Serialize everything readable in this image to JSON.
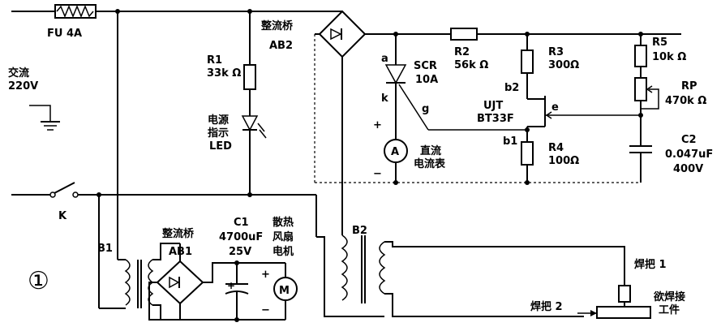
{
  "labels": {
    "fuse": "FU 4A",
    "ac_line1": "交流",
    "ac_line2": "220V",
    "switch": "K",
    "bridge_main_line1": "整流桥",
    "bridge_main_line2": "AB2",
    "r1_line1": "R1",
    "r1_line2": "33k Ω",
    "led_line1": "电源",
    "led_line2": "指示",
    "led_line3": "LED",
    "scr_line1": "SCR",
    "scr_line2": "10A",
    "scr_anode": "a",
    "scr_cathode": "k",
    "scr_gate": "g",
    "r2_line1": "R2",
    "r2_line2": "56k Ω",
    "r3_line1": "R3",
    "r3_line2": "300Ω",
    "r4_line1": "R4",
    "r4_line2": "100Ω",
    "r5_line1": "R5",
    "r5_line2": "10k Ω",
    "rp_line1": "RP",
    "rp_line2": "470k Ω",
    "c2_line1": "C2",
    "c2_line2": "0.047uF",
    "c2_line3": "400V",
    "ujt_line1": "UJT",
    "ujt_line2": "BT33F",
    "ujt_b1": "b1",
    "ujt_b2": "b2",
    "ujt_e": "e",
    "meter_symbol": "A",
    "meter_line1": "直流",
    "meter_line2": "电流表",
    "plus": "+",
    "minus": "−",
    "b1": "B1",
    "b2": "B2",
    "bridge_small_line1": "整流桥",
    "bridge_small_line2": "AB1",
    "c1_line1": "C1",
    "c1_line2": "4700uF",
    "c1_line3": "25V",
    "fan_line1": "散热",
    "fan_line2": "风扇",
    "fan_line3": "电机",
    "motor_symbol": "M",
    "torch1": "焊把 1",
    "torch2": "焊把 2",
    "work_line1": "欲焊接",
    "work_line2": "工件",
    "figure_number": "①"
  }
}
